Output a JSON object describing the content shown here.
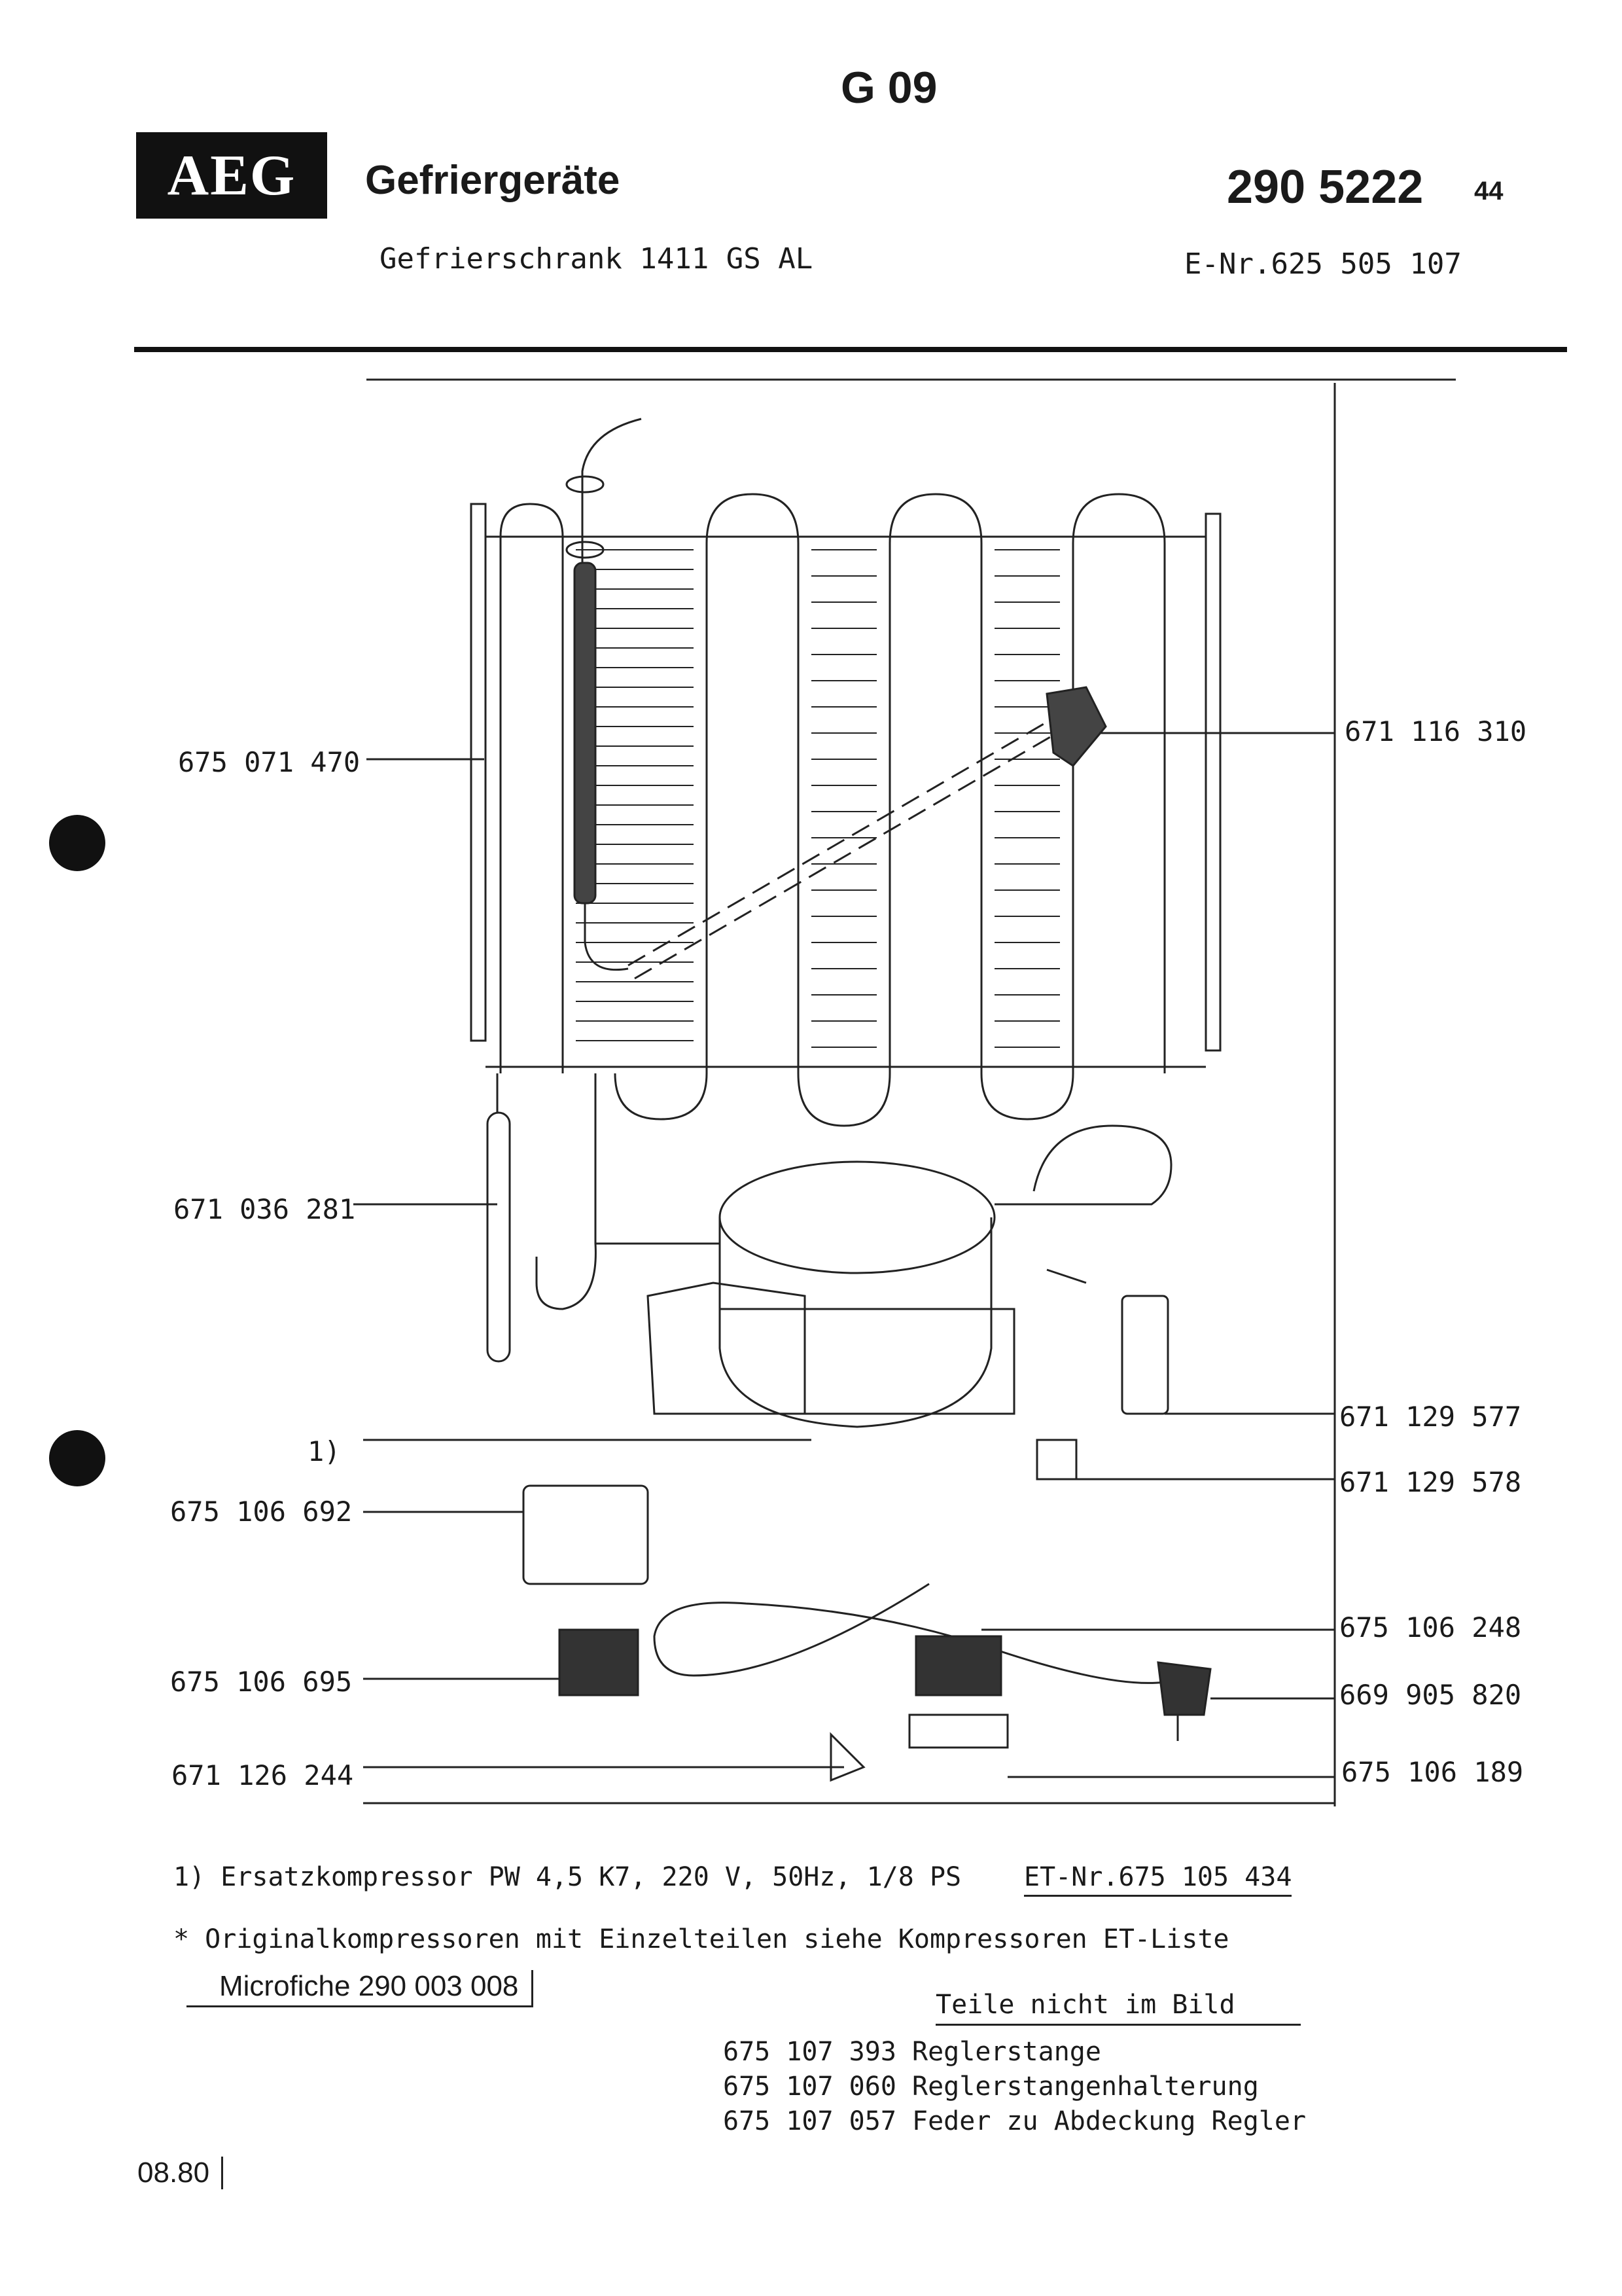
{
  "header": {
    "sheet_code": "G 09",
    "logo_text": "AEG",
    "category": "Gefriergeräte",
    "part_main": "290  5222",
    "part_suffix": "44",
    "model": "Gefrierschrank 1411 GS AL",
    "e_nr": "E-Nr.625 505 107"
  },
  "part_labels": {
    "p1": "675 071 470",
    "p2": "671 116 310",
    "p3": "671 036 281",
    "p4": "1)",
    "p5": "671 129 577",
    "p6": "671 129 578",
    "p7": "675 106 692",
    "p8": "675 106 248",
    "p9": "675 106 695",
    "p10": "669 905 820",
    "p11": "671 126 244",
    "p12": "675 106 189"
  },
  "notes": {
    "footnote": "1) Ersatzkompressor PW 4,5 K7, 220 V, 50Hz, 1/8 PS",
    "et_nr": "ET-Nr.675 105 434",
    "original": "*  Originalkompressoren mit Einzelteilen siehe Kompressoren ET-Liste",
    "microfiche": "Microfiche 290 003 008",
    "not_shown_heading": "Teile nicht im Bild",
    "not_shown": [
      "675 107 393 Reglerstange",
      "675 107 060 Reglerstangenhalterung",
      "675 107 057 Feder zu Abdeckung Regler"
    ]
  },
  "footer": {
    "date": "08.80"
  }
}
